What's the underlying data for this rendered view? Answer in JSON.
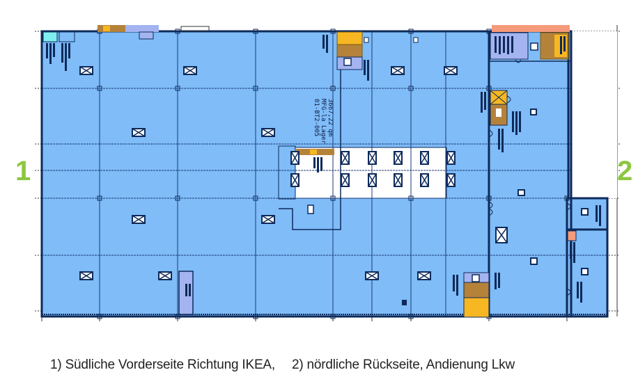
{
  "drawing": {
    "type": "floor-plan",
    "main_room": {
      "id": "01-BT2-005",
      "name": "MFG-la Lager",
      "area": "3667,22 qm"
    },
    "colors": {
      "floor": "#7fbcf8",
      "walls": "#0e2a5a",
      "stair_yellow": "#f7b722",
      "stair_brown": "#b5823a",
      "aux_room_lilac": "#a4b4f0",
      "aux_room_cyan": "#7fefef",
      "aux_room_salmon": "#f59a7a",
      "white_area": "#ffffff",
      "marker_green": "#8dc63f"
    },
    "orientation_markers": [
      {
        "label": "1",
        "side": "left"
      },
      {
        "label": "2",
        "side": "right"
      }
    ]
  },
  "caption": {
    "part1": "1) Südliche Vorderseite Richtung IKEA,",
    "part2": "2) nördliche Rückseite, Andienung Lkw"
  }
}
